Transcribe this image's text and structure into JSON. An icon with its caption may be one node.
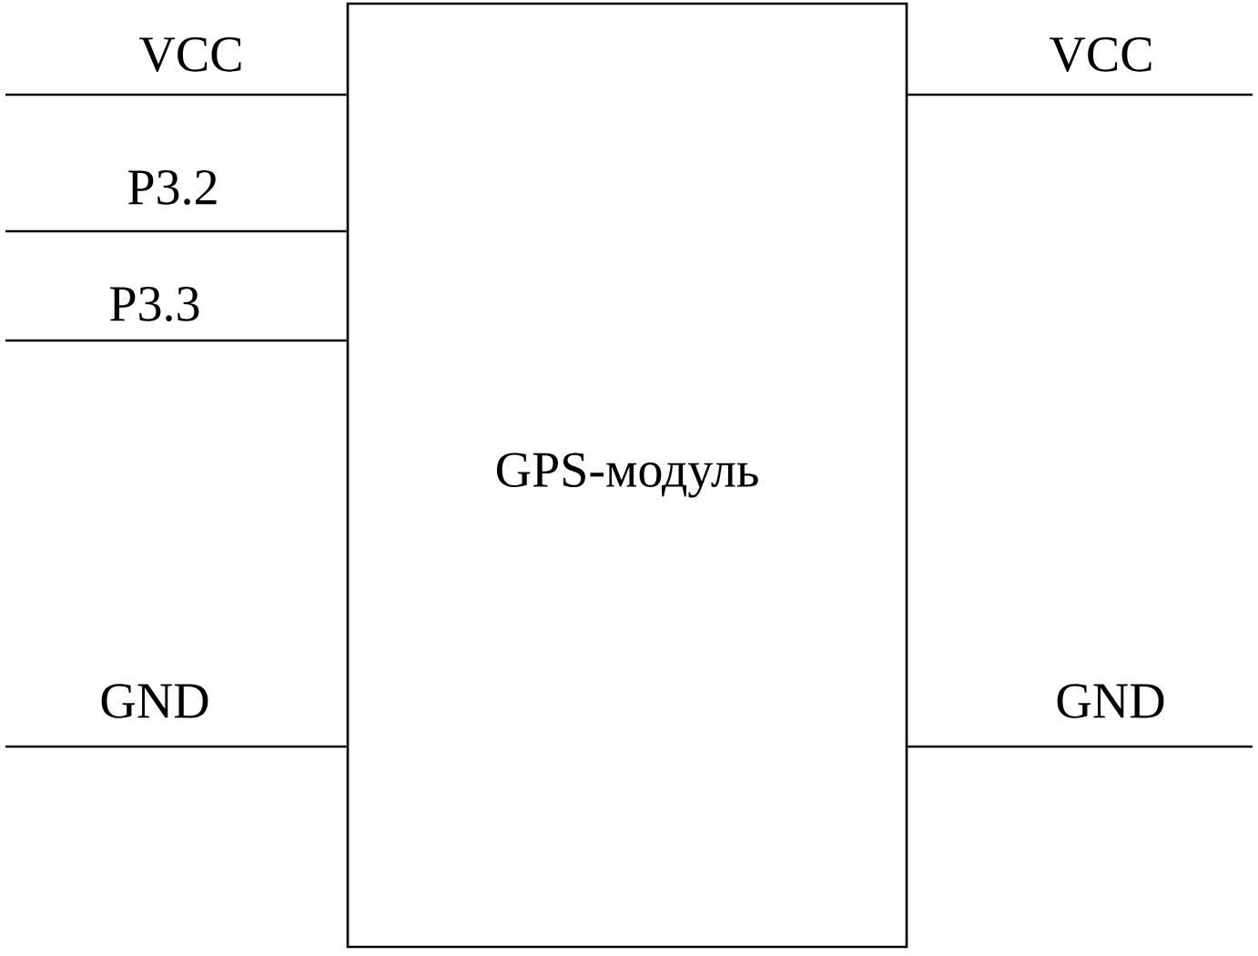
{
  "diagram": {
    "nodes": [
      {
        "text": [
          "GPS-модуль"
        ]
      }
    ],
    "labels": [
      "VCC",
      "VCC",
      "P3.2",
      "P3.3",
      "GND",
      "GND"
    ]
  }
}
